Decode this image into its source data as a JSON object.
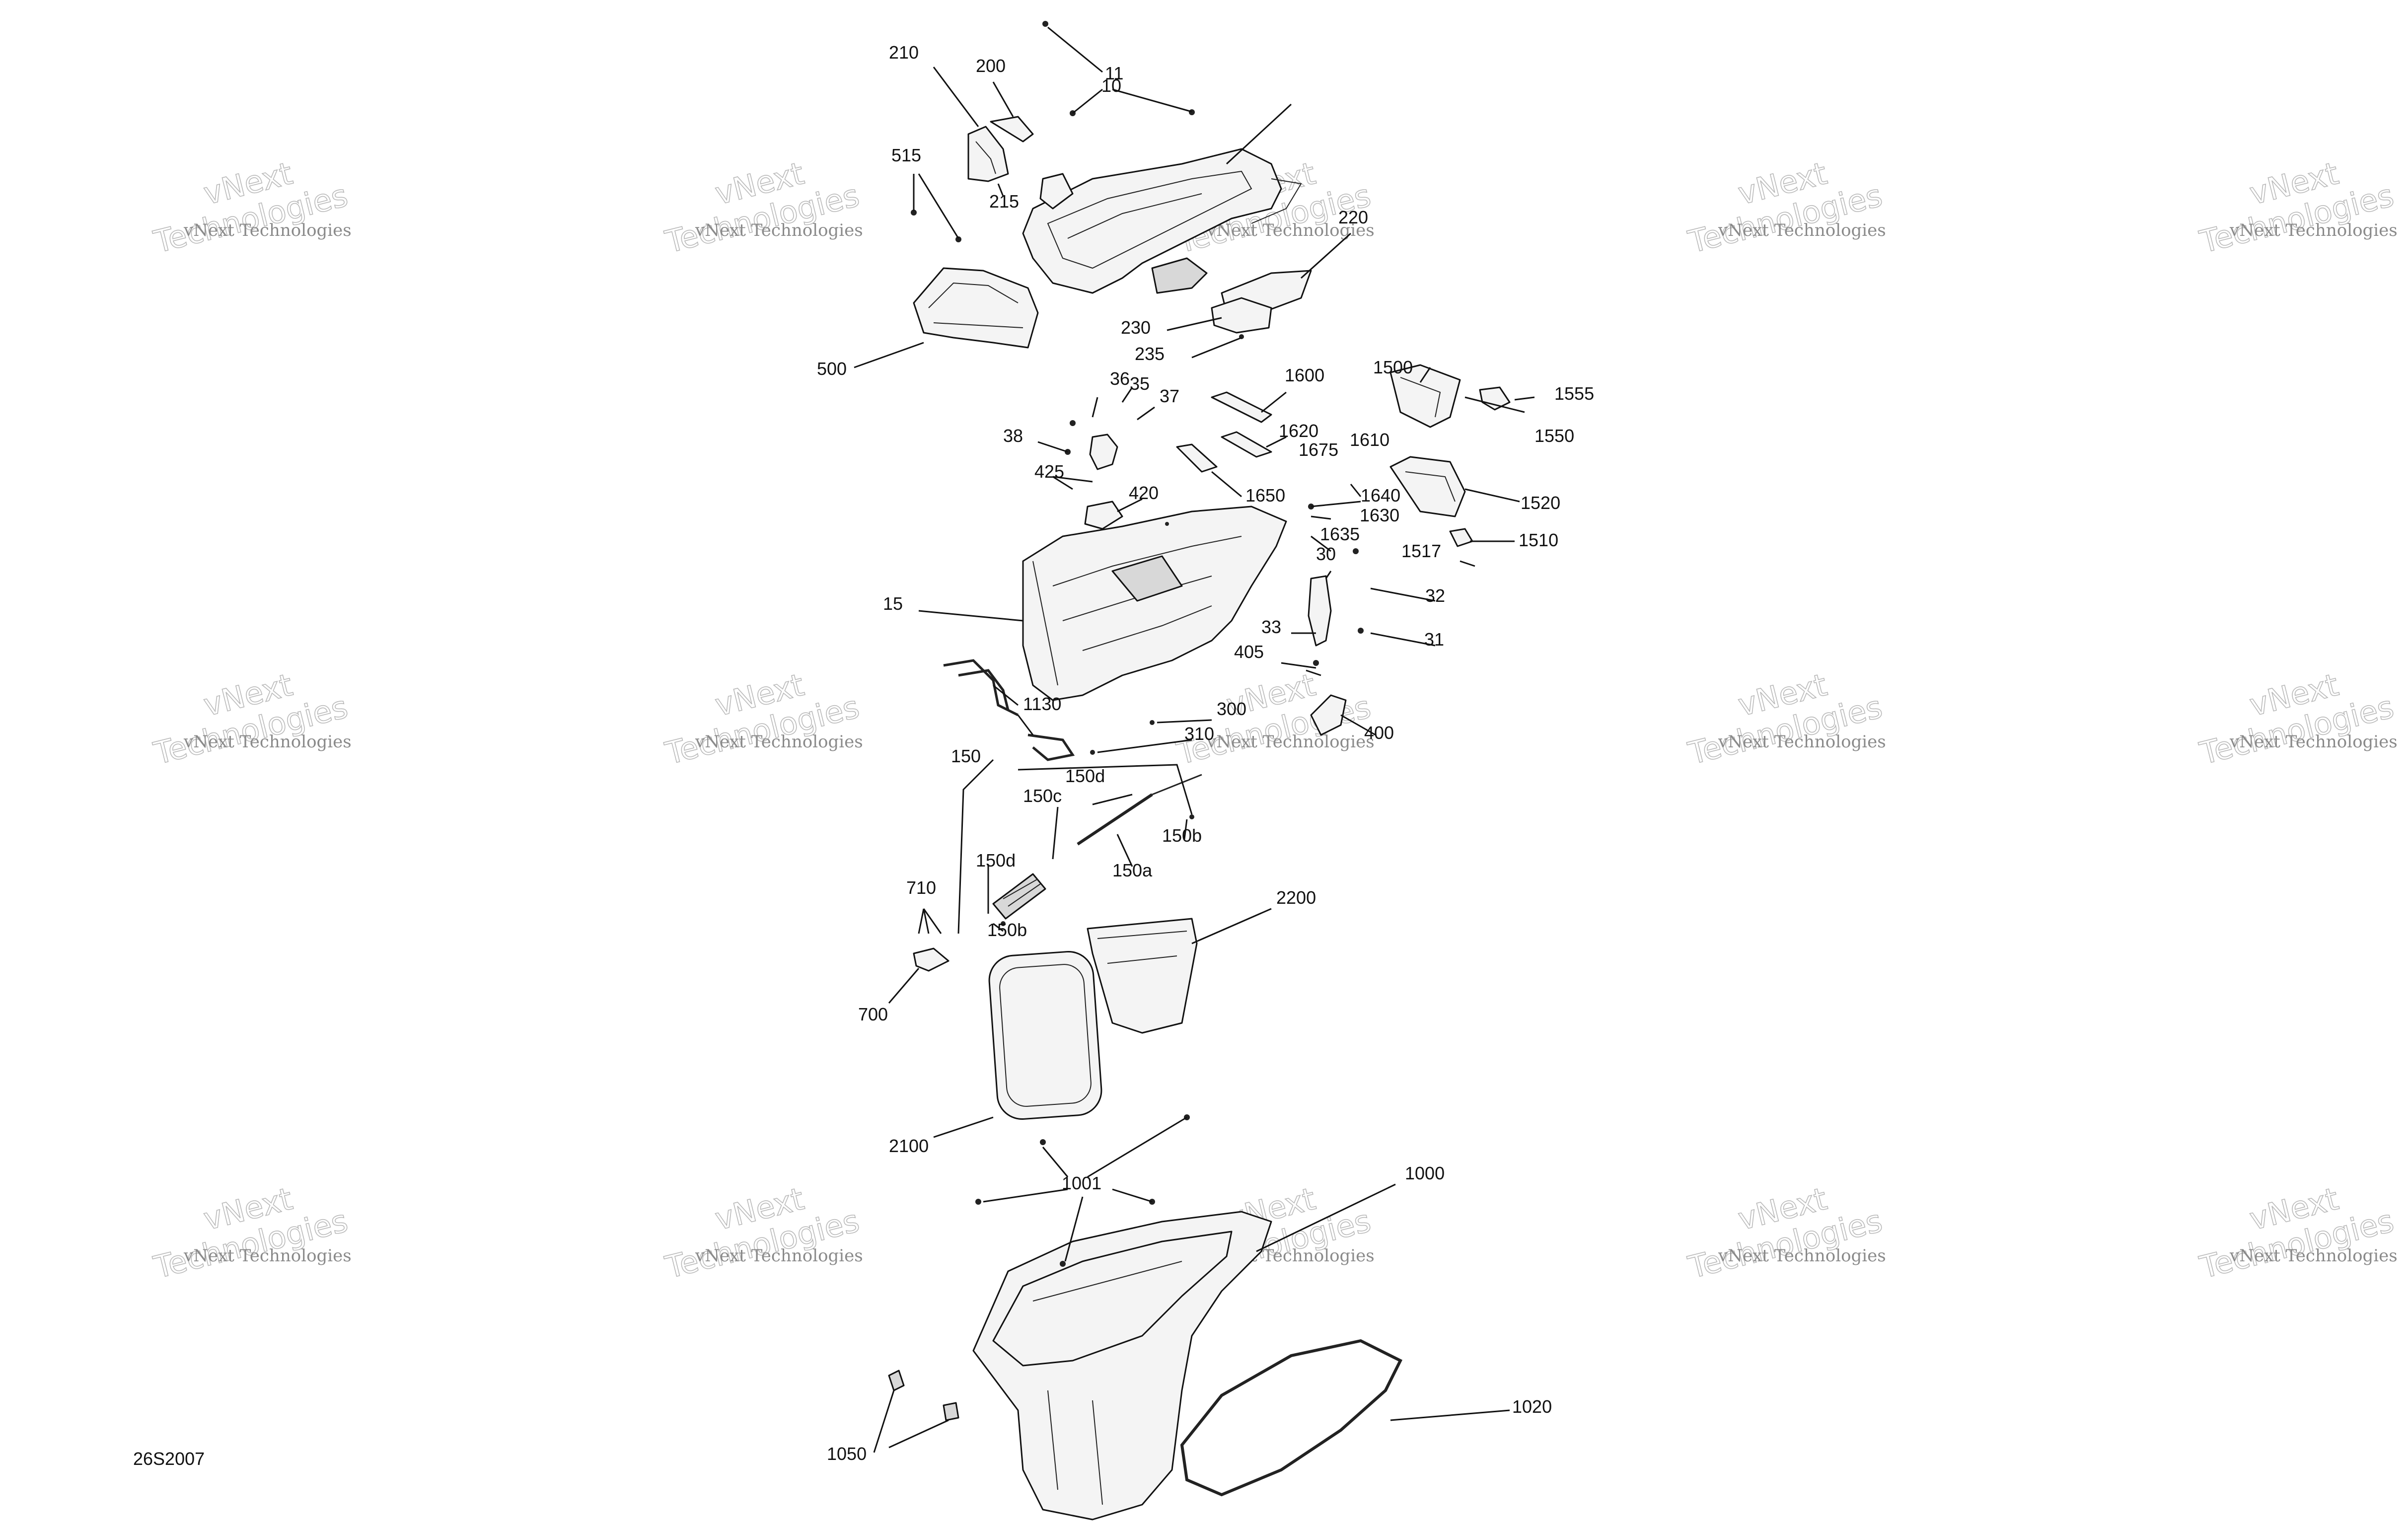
{
  "diagram": {
    "figure_code": "26S2007",
    "watermark": {
      "line1": "vNext",
      "line2": "Technologies",
      "sub": "vNext Technologies"
    },
    "callouts": [
      "10",
      "11",
      "15",
      "30",
      "31",
      "32",
      "33",
      "35",
      "36",
      "37",
      "38",
      "150",
      "150a",
      "150b",
      "150b",
      "150c",
      "150d",
      "150d",
      "200",
      "210",
      "215",
      "220",
      "230",
      "235",
      "300",
      "310",
      "400",
      "405",
      "420",
      "425",
      "500",
      "515",
      "700",
      "710",
      "1000",
      "1001",
      "1020",
      "1050",
      "1130",
      "1500",
      "1510",
      "1517",
      "1520",
      "1550",
      "1555",
      "1600",
      "1610",
      "1620",
      "1630",
      "1635",
      "1640",
      "1650",
      "1675",
      "2100",
      "2200"
    ]
  }
}
